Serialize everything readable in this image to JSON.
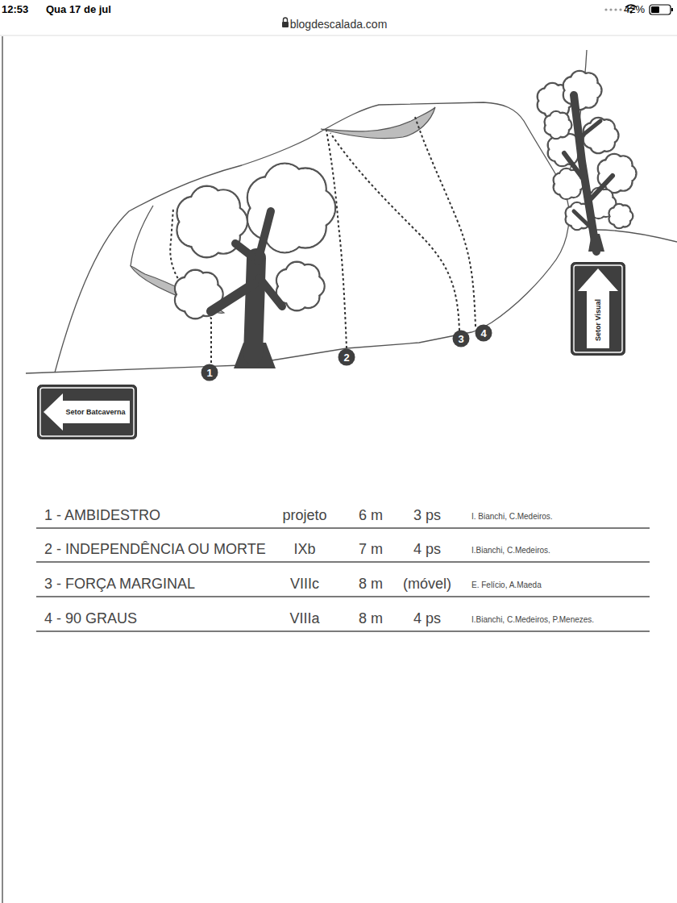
{
  "diagram": {
    "nodes": [
      {
        "text": [
          "1"
        ]
      },
      {
        "text": [
          "2"
        ]
      },
      {
        "text": [
          "3"
        ]
      },
      {
        "text": [
          "4"
        ]
      },
      {
        "text": [
          "Setor Batcaverna"
        ]
      },
      {
        "text": [
          "Setor Visual"
        ]
      }
    ],
    "labels": [
      "12:53",
      "Qua 17 de jul",
      "blogdescalada.com",
      "42%",
      "1 - AMBIDESTRO",
      "projeto",
      "6 m",
      "3 ps",
      "I. Bianchi, C.Medeiros.",
      "2 - INDEPENDÊNCIA OU MORTE",
      "IXb",
      "7 m",
      "4 ps",
      "I.Bianchi, C.Medeiros.",
      "3 - FORÇA MARGINAL",
      "VIIIc",
      "8 m",
      "(móvel)",
      "E. Felício, A.Maeda",
      "4 - 90 GRAUS",
      "VIIIa",
      "8 m",
      "4 ps",
      "I.Bianchi, C.Medeiros, P.Menezes."
    ]
  }
}
